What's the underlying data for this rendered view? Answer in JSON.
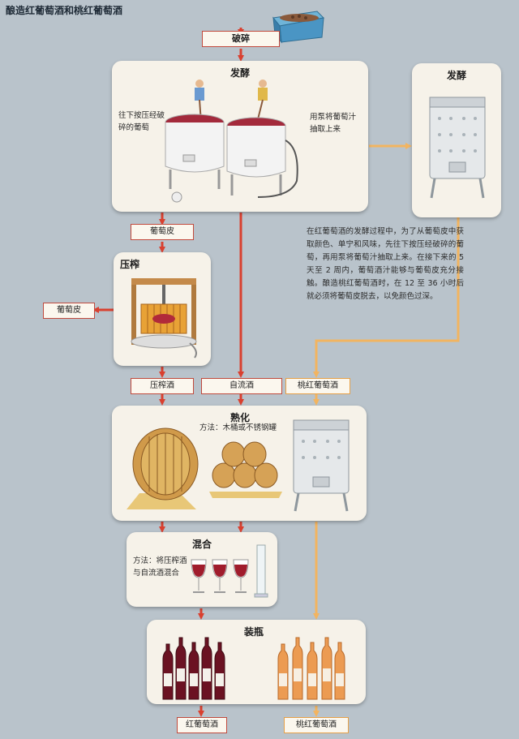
{
  "title": "酿造红葡萄酒和桃红葡萄酒",
  "steps": {
    "crush": "破碎",
    "ferment": "发酵",
    "ferment_rose": "发酵",
    "press": "压榨",
    "mature": "熟化",
    "blend": "混合",
    "bottle": "装瓶"
  },
  "notes": {
    "punch_down": "往下按压经破碎的葡萄",
    "pump_over": "用泵将葡萄汁抽取上来",
    "mature_method": "方法：木桶或不锈钢罐",
    "blend_method": "方法：将压榨酒与自流酒混合"
  },
  "labels": {
    "skins": "葡萄皮",
    "skins_out": "葡萄皮",
    "press_wine": "压榨酒",
    "free_run": "自流酒",
    "rose": "桃红葡萄酒",
    "red_final": "红葡萄酒",
    "rose_final": "桃红葡萄酒"
  },
  "description": "在红葡萄酒的发酵过程中，为了从葡萄皮中获取颜色、单宁和风味，先往下按压经破碎的葡萄，再用泵将葡萄汁抽取上来。在接下来的 5 天至 2 周内，葡萄酒汁能够与葡萄皮充分接触。酿造桃红葡萄酒时，在 12 至 36 小时后就必须将葡萄皮脱去，以免颜色过深。",
  "colors": {
    "red_flow": "#d9402f",
    "rose_flow": "#f2b460",
    "card": "#f6f2e9",
    "background": "#b9c3cb"
  },
  "icons": [
    "grape-bin-icon",
    "fermentation-vat-icon",
    "steel-tank-icon",
    "wine-press-icon",
    "oak-barrel-icon",
    "wine-glass-icon",
    "graduated-cylinder-icon",
    "red-wine-bottle-icon",
    "rose-wine-bottle-icon"
  ]
}
